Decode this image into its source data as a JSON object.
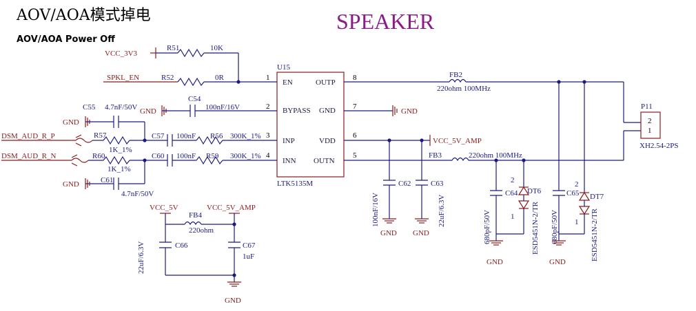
{
  "title": "AOV/AOA模式掉电",
  "subtitle": "AOV/AOA Power Off",
  "heading": "SPEAKER",
  "ic": {
    "ref": "U15",
    "part": "LTK5135M",
    "pins": {
      "en": {
        "name": "EN",
        "num": "1"
      },
      "bypass": {
        "name": "BYPASS",
        "num": "2"
      },
      "inp": {
        "name": "INP",
        "num": "3"
      },
      "inn": {
        "name": "INN",
        "num": "4"
      },
      "outn": {
        "name": "OUTN",
        "num": "5"
      },
      "vdd": {
        "name": "VDD",
        "num": "6"
      },
      "gnd": {
        "name": "GND",
        "num": "7"
      },
      "outp": {
        "name": "OUTP",
        "num": "8"
      }
    }
  },
  "nets": {
    "vcc3v3": "VCC_3V3",
    "spkl_en": "SPKL_EN",
    "dsm_p": "DSM_AUD_R_P",
    "dsm_n": "DSM_AUD_R_N",
    "vcc5v_amp": "VCC_5V_AMP",
    "vcc5v": "VCC_5V",
    "gnd": "GND"
  },
  "parts": {
    "r51": {
      "ref": "R51",
      "val": "10K"
    },
    "r52": {
      "ref": "R52",
      "val": "0R"
    },
    "c54": {
      "ref": "C54",
      "val": "100nF/16V"
    },
    "c55": {
      "ref": "C55",
      "val": "4.7nF/50V"
    },
    "r57": {
      "ref": "R57",
      "val": "1K_1%"
    },
    "c57": {
      "ref": "C57",
      "val": "100nF"
    },
    "r56": {
      "ref": "R56",
      "val": "300K_1%"
    },
    "r60": {
      "ref": "R60",
      "val": "1K_1%"
    },
    "c60": {
      "ref": "C60",
      "val": "100nF"
    },
    "r59": {
      "ref": "R59",
      "val": "300K_1%"
    },
    "c61": {
      "ref": "C61",
      "val": "4.7nF/50V"
    },
    "fb2": {
      "ref": "FB2",
      "val": "220ohm 100MHz"
    },
    "fb3": {
      "ref": "FB3",
      "val": "220ohm 100MHz"
    },
    "c62": {
      "ref": "C62",
      "val": "100nF/16V"
    },
    "c63": {
      "ref": "C63",
      "val": "22uF/6.3V"
    },
    "c64": {
      "ref": "C64",
      "val": "680pF/50V"
    },
    "dt6": {
      "ref": "DT6",
      "val": "ESD5451N-2/TR"
    },
    "c65": {
      "ref": "C65",
      "val": "680pF/50V"
    },
    "dt7": {
      "ref": "DT7",
      "val": "ESD5451N-2/TR"
    },
    "p11": {
      "ref": "P11",
      "val": "XH2.54-2PS",
      "pin1": "1",
      "pin2": "2"
    },
    "fb4": {
      "ref": "FB4",
      "val": "220ohm"
    },
    "c66": {
      "ref": "C66",
      "val": "22uF/6.3V"
    },
    "c67": {
      "ref": "C67",
      "val": "1uF"
    }
  },
  "diode_pins": {
    "a": "1",
    "k": "2"
  }
}
